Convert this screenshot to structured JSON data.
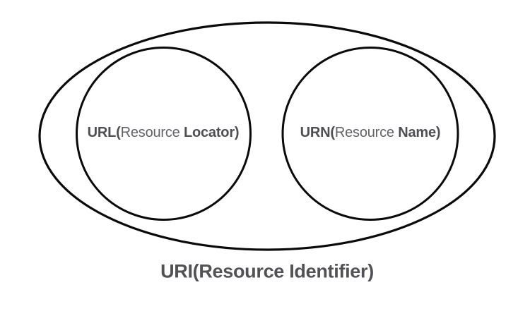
{
  "diagram": {
    "type": "euler-diagram",
    "colors": {
      "background": "#ffffff",
      "shape_stroke": "#0a0a0a",
      "label_bold": "#4f4f53",
      "label_regular": "#636367",
      "title_text": "#525256"
    },
    "outer_set": {
      "label": "URI(Resource Identifier)"
    },
    "left_set": {
      "label_bold_open": "URL(",
      "label_regular": "Resource ",
      "label_bold_close": "Locator)"
    },
    "right_set": {
      "label_bold_open": "URN(",
      "label_regular": "Resource ",
      "label_bold_close": "Name)"
    }
  }
}
